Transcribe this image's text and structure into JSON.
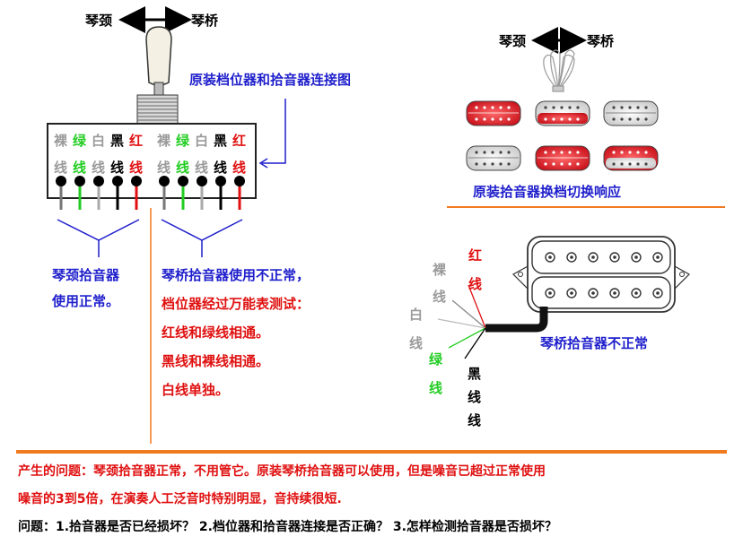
{
  "top": {
    "neck": "琴颈",
    "bridge": "琴桥",
    "connection_label": "原装档位器和拾音器连接图"
  },
  "switch_wires": {
    "group1": {
      "bare": [
        "裸",
        "线"
      ],
      "green": [
        "绿",
        "线"
      ],
      "white": [
        "白",
        "线"
      ],
      "black": [
        "黑",
        "线"
      ],
      "red": [
        "红",
        "线"
      ]
    },
    "group2": {
      "bare": [
        "裸",
        "线"
      ],
      "green": [
        "绿",
        "线"
      ],
      "white": [
        "白",
        "线"
      ],
      "black": [
        "黑",
        "线"
      ],
      "red": [
        "红",
        "线"
      ]
    }
  },
  "neck_pickup_note": [
    "琴颈拾音器",
    "使用正常。"
  ],
  "bridge_pickup_notes": [
    "琴桥拾音器使用不正常，",
    "档位器经过万能表测试：",
    "红线和绿线相通。",
    "黑线和裸线相通。",
    "白线单独。"
  ],
  "right_top": {
    "neck": "琴颈",
    "bridge": "琴桥",
    "caption": "原装拾音器换档切换响应"
  },
  "pickup_diagram": {
    "bare": [
      "裸",
      "线"
    ],
    "white": [
      "白",
      "线"
    ],
    "red": [
      "红",
      "线"
    ],
    "green": [
      "绿",
      "线"
    ],
    "black": [
      "黑",
      "线",
      "线"
    ],
    "label": "琴桥拾音器不正常"
  },
  "bottom": {
    "problem_prefix": "产生的问题：",
    "problem_text1": "琴颈拾音器正常，不用管它。",
    "problem_text2": "原装琴桥拾音器可以使用，但是噪音已超过正常使用",
    "problem_text3": "噪音的3到5倍，在演奏人工泛音时特别明显，音持续很短.",
    "questions": "问题：1.拾音器是否已经损坏？  2.档位器和拾音器连接是否正确？  3.怎样检测拾音器是否损坏？"
  },
  "colors": {
    "blue": "#1f1fcc",
    "red": "#e01010",
    "green": "#22cc22",
    "gray": "#9a9a9a",
    "orange": "#f07a20"
  }
}
